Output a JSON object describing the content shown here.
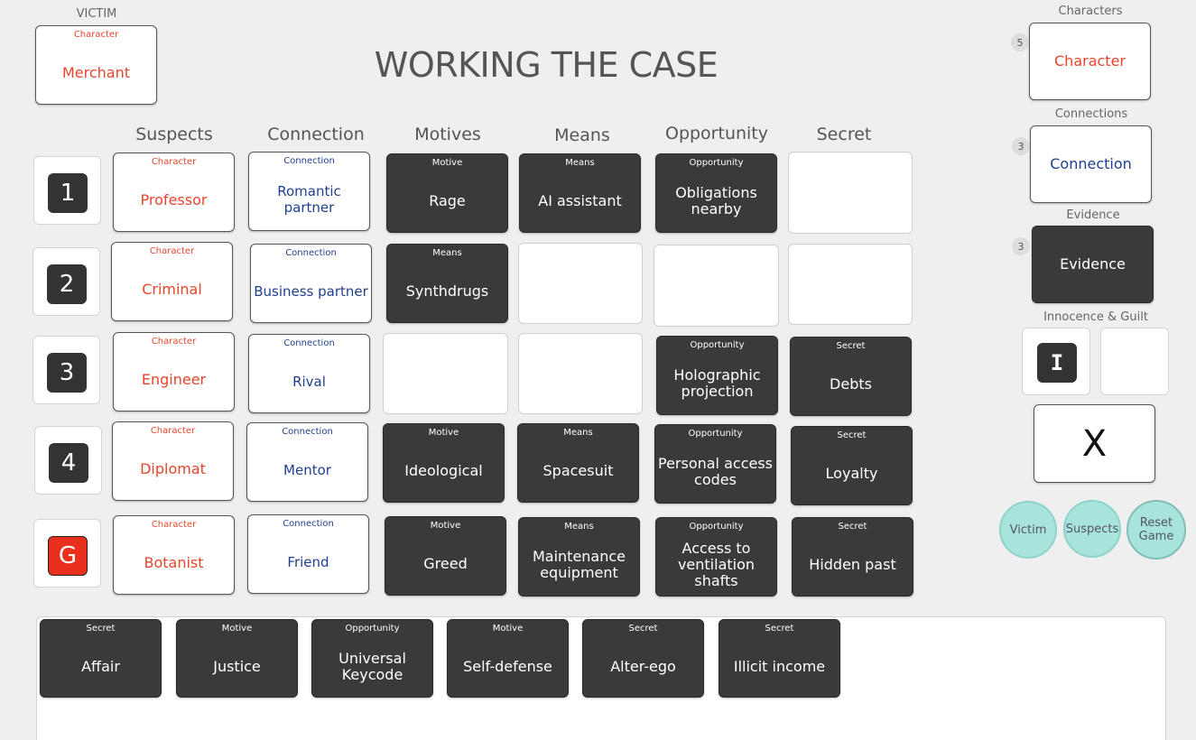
{
  "title": "WORKING THE CASE",
  "victim": {
    "label": "VICTIM",
    "type": "Character",
    "value": "Merchant"
  },
  "columns": [
    "Suspects",
    "Connection",
    "Motives",
    "Means",
    "Opportunity",
    "Secret"
  ],
  "rows": [
    {
      "num": "1",
      "suspect": {
        "type": "Character",
        "value": "Professor"
      },
      "connection": {
        "type": "Connection",
        "value": "Romantic partner"
      },
      "motive": {
        "type": "Motive",
        "value": "Rage"
      },
      "means": {
        "type": "Means",
        "value": "AI assistant"
      },
      "opportunity": {
        "type": "Opportunity",
        "value": "Obligations nearby"
      },
      "secret": null
    },
    {
      "num": "2",
      "suspect": {
        "type": "Character",
        "value": "Criminal"
      },
      "connection": {
        "type": "Connection",
        "value": "Business partner"
      },
      "motive": {
        "type": "Means",
        "value": "Synthdrugs"
      },
      "means": null,
      "opportunity": null,
      "secret": null
    },
    {
      "num": "3",
      "suspect": {
        "type": "Character",
        "value": "Engineer"
      },
      "connection": {
        "type": "Connection",
        "value": "Rival"
      },
      "motive": null,
      "means": null,
      "opportunity": {
        "type": "Opportunity",
        "value": "Holographic projection"
      },
      "secret": {
        "type": "Secret",
        "value": "Debts"
      }
    },
    {
      "num": "4",
      "suspect": {
        "type": "Character",
        "value": "Diplomat"
      },
      "connection": {
        "type": "Connection",
        "value": "Mentor"
      },
      "motive": {
        "type": "Motive",
        "value": "Ideological"
      },
      "means": {
        "type": "Means",
        "value": "Spacesuit"
      },
      "opportunity": {
        "type": "Opportunity",
        "value": "Personal access codes"
      },
      "secret": {
        "type": "Secret",
        "value": "Loyalty"
      }
    },
    {
      "num": "G",
      "suspect": {
        "type": "Character",
        "value": "Botanist"
      },
      "connection": {
        "type": "Connection",
        "value": "Friend"
      },
      "motive": {
        "type": "Motive",
        "value": "Greed"
      },
      "means": {
        "type": "Means",
        "value": "Maintenance equipment"
      },
      "opportunity": {
        "type": "Opportunity",
        "value": "Access to ventilation shafts"
      },
      "secret": {
        "type": "Secret",
        "value": "Hidden past"
      }
    }
  ],
  "decks": {
    "characters": {
      "label": "Characters",
      "count": "5",
      "card": "Character"
    },
    "connections": {
      "label": "Connections",
      "count": "3",
      "card": "Connection"
    },
    "evidence": {
      "label": "Evidence",
      "count": "3",
      "card": "Evidence"
    },
    "innocence": {
      "label": "Innocence & Guilt",
      "token": "I"
    },
    "x_mark": "X"
  },
  "buttons": {
    "victim": "Victim",
    "suspects": "Suspects",
    "reset": "Reset Game"
  },
  "hand": [
    {
      "type": "Secret",
      "value": "Affair"
    },
    {
      "type": "Motive",
      "value": "Justice"
    },
    {
      "type": "Opportunity",
      "value": "Universal Keycode"
    },
    {
      "type": "Motive",
      "value": "Self-defense"
    },
    {
      "type": "Secret",
      "value": "Alter-ego"
    },
    {
      "type": "Secret",
      "value": "Illicit income"
    }
  ],
  "colors": {
    "character": "#e8452c",
    "connection": "#1f3f8f",
    "dark_card": "#3a3a3a",
    "button": "#a8e4dc",
    "guilt_token": "#e8301c"
  }
}
